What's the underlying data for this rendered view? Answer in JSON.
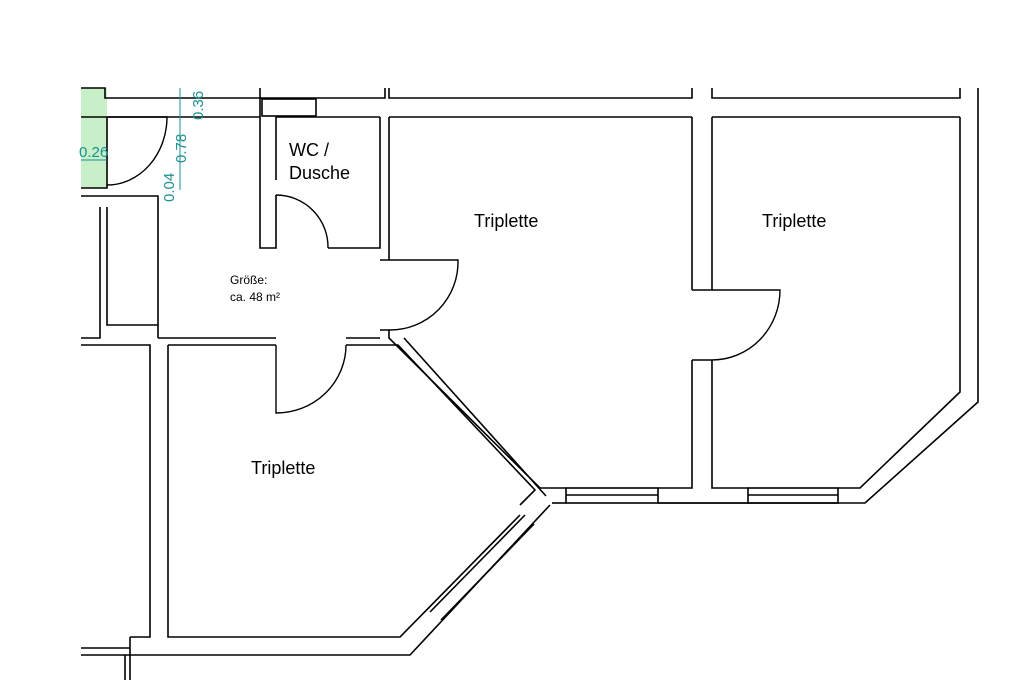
{
  "rooms": {
    "wc_line1": "WC /",
    "wc_line2": "Dusche",
    "triplette_center": "Triplette",
    "triplette_right": "Triplette",
    "triplette_lower": "Triplette"
  },
  "size_note": {
    "line1": "Größe:",
    "line2": "ca. 48 m²"
  },
  "dimensions": {
    "d1": "0.36",
    "d2": "0.78",
    "d3": "0.04",
    "d4": "0.26"
  },
  "colors": {
    "dimension": "#1a9090",
    "highlight": "#c8f0c8"
  }
}
